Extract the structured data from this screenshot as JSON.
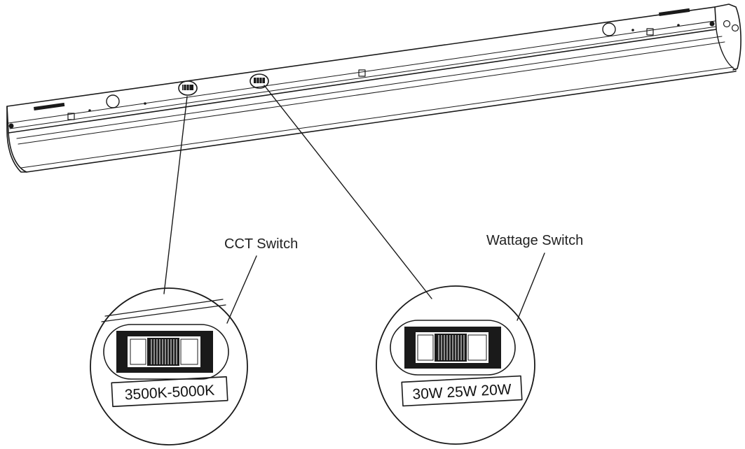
{
  "labels": {
    "cct_switch": "CCT Switch",
    "wattage_switch": "Wattage Switch"
  },
  "cct_switch": {
    "range_label": "3500K-5000K"
  },
  "wattage_switch": {
    "options_label": "30W 25W 20W"
  },
  "colors": {
    "line": "#1a1a1a",
    "background": "#ffffff"
  }
}
